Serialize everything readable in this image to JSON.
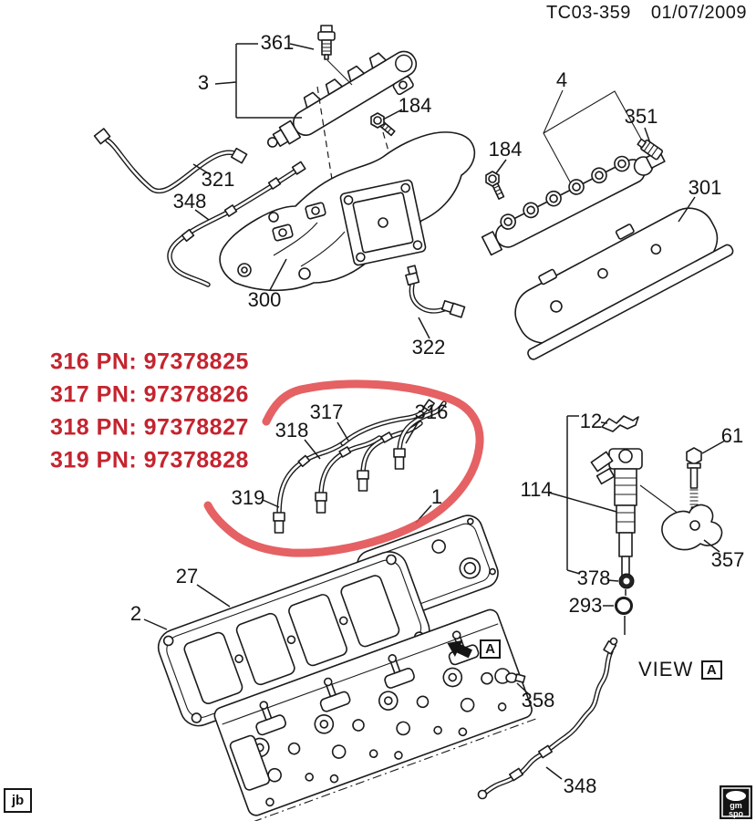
{
  "header": {
    "code": "TC03-359",
    "date": "01/07/2009"
  },
  "red_annotations": {
    "color": "#c4242f",
    "highlight_color": "#e14b4d",
    "lines": [
      "316 PN: 97378825",
      "317 PN: 97378826",
      "318 PN: 97378827",
      "319 PN: 97378828"
    ]
  },
  "callouts": {
    "1": "1",
    "2": "2",
    "3": "3",
    "4": "4",
    "12": "12",
    "27": "27",
    "61": "61",
    "114": "114",
    "184": "184",
    "293": "293",
    "300": "300",
    "301": "301",
    "316": "316",
    "317": "317",
    "318": "318",
    "319": "319",
    "321": "321",
    "322": "322",
    "348": "348",
    "351": "351",
    "357": "357",
    "358": "358",
    "361": "361",
    "378": "378"
  },
  "view_label": {
    "text": "VIEW",
    "ref": "A"
  },
  "detail_marker": {
    "ref": "A"
  },
  "footer": {
    "initials": "jb",
    "logo": {
      "line1": "gm",
      "line2": "spo"
    }
  }
}
